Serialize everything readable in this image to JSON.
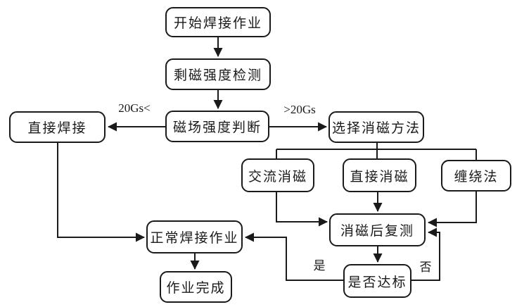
{
  "diagram": {
    "type": "flowchart",
    "language": "zh-CN",
    "colors": {
      "background": "#ffffff",
      "line": "#1a1a1a",
      "node_fill": "#ffffff",
      "node_border": "#1a1a1a",
      "text": "#1a1a1a"
    },
    "nodes": {
      "start": "开始焊接作业",
      "residual_detect": "剩磁强度检测",
      "field_judge": "磁场强度判断",
      "direct_weld": "直接焊接",
      "select_method": "选择消磁方法",
      "ac_demag": "交流消磁",
      "direct_demag": "直接消磁",
      "winding": "缠绕法",
      "retest": "消磁后复测",
      "normal_weld": "正常焊接作业",
      "check_standard": "是否达标",
      "done": "作业完成"
    },
    "edge_labels": {
      "below_threshold": "20Gs<",
      "above_threshold": ">20Gs",
      "yes": "是",
      "no": "否"
    },
    "edges": [
      {
        "from": "start",
        "to": "residual_detect",
        "label": ""
      },
      {
        "from": "residual_detect",
        "to": "field_judge",
        "label": ""
      },
      {
        "from": "field_judge",
        "to": "direct_weld",
        "label": "20Gs<"
      },
      {
        "from": "field_judge",
        "to": "select_method",
        "label": ">20Gs"
      },
      {
        "from": "select_method",
        "to": "ac_demag",
        "label": ""
      },
      {
        "from": "select_method",
        "to": "direct_demag",
        "label": ""
      },
      {
        "from": "select_method",
        "to": "winding",
        "label": ""
      },
      {
        "from": "ac_demag",
        "to": "retest",
        "label": ""
      },
      {
        "from": "direct_demag",
        "to": "retest",
        "label": ""
      },
      {
        "from": "winding",
        "to": "retest",
        "label": ""
      },
      {
        "from": "retest",
        "to": "check_standard",
        "label": ""
      },
      {
        "from": "check_standard",
        "to": "normal_weld",
        "label": "是"
      },
      {
        "from": "check_standard",
        "to": "retest",
        "label": "否"
      },
      {
        "from": "direct_weld",
        "to": "normal_weld",
        "label": ""
      },
      {
        "from": "normal_weld",
        "to": "done",
        "label": ""
      }
    ]
  }
}
